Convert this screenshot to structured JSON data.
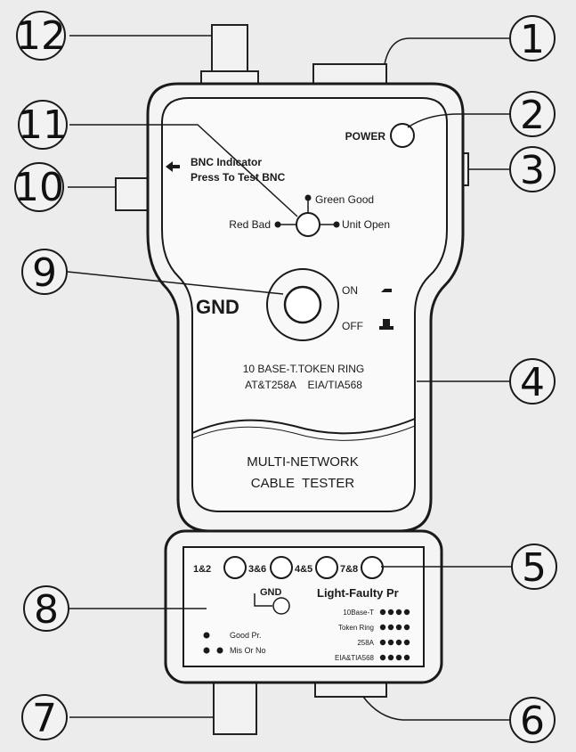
{
  "callouts": [
    "1",
    "2",
    "3",
    "4",
    "5",
    "6",
    "7",
    "8",
    "9",
    "10",
    "11",
    "12"
  ],
  "main_unit": {
    "power_label": "POWER",
    "bnc_indicator": "BNC Indicator",
    "press_to_test": "Press To Test BNC",
    "green_good": "Green Good",
    "red_bad": "Red Bad",
    "unit_open": "Unit Open",
    "gnd": "GND",
    "on": "ON",
    "off": "OFF",
    "standard_line1": "10 BASE-T.TOKEN RING",
    "standard_line2": "AT&T258A    EIA/TIA568",
    "name_line1": "MULTI-NETWORK",
    "name_line2": "CABLE  TESTER"
  },
  "remote_unit": {
    "pairs": [
      "1&2",
      "3&6",
      "4&5",
      "7&8"
    ],
    "gnd": "GND",
    "legend_title": "Light-Faulty Pr",
    "standards": [
      "10Base-T",
      "Token Ring",
      "258A",
      "EIA&TIA568"
    ],
    "good_pr": "Good Pr.",
    "mis_or_no": "Mis Or No"
  },
  "colors": {
    "background": "#ececec",
    "ink": "#1a1a1a",
    "panel": "#f7f7f7"
  }
}
